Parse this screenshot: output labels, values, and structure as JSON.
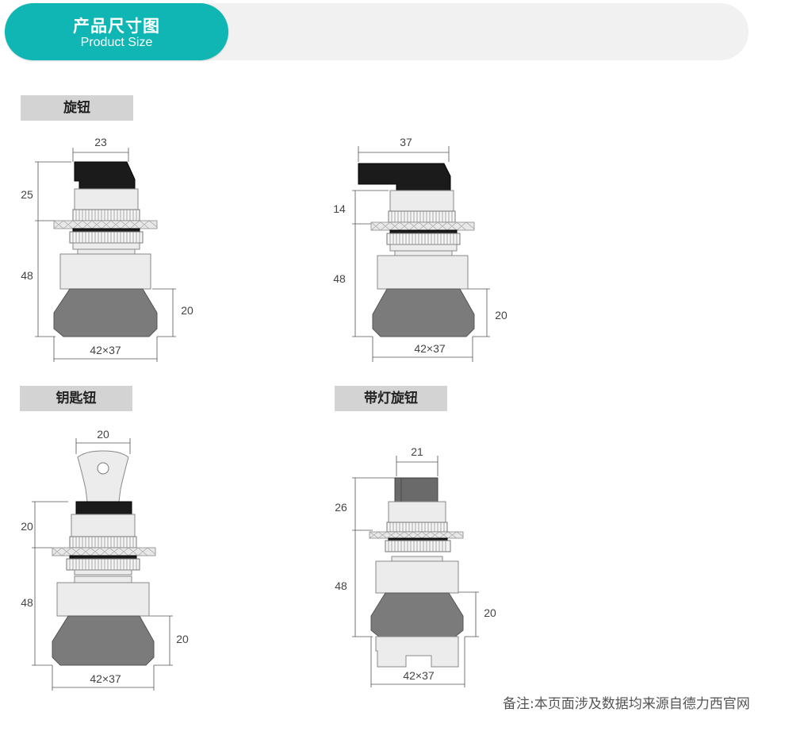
{
  "header": {
    "title_cn": "产品尺寸图",
    "title_en": "Product Size"
  },
  "sections": [
    {
      "label": "旋钮"
    },
    {
      "label": "钥匙钮"
    },
    {
      "label": "带灯旋钮"
    }
  ],
  "drawings": {
    "knob_short": {
      "top_width": "23",
      "head_height": "25",
      "body_height": "48",
      "lower_height": "20",
      "base": "42×37"
    },
    "knob_long": {
      "top_width": "37",
      "head_height": "14",
      "body_height": "48",
      "lower_height": "20",
      "base": "42×37"
    },
    "key": {
      "top_width": "20",
      "head_height": "20",
      "body_height": "48",
      "lower_height": "20",
      "base": "42×37"
    },
    "lit_knob": {
      "top_width": "21",
      "head_height": "26",
      "body_height": "48",
      "lower_height": "20",
      "base": "42×37"
    }
  },
  "footer": {
    "note": "备注:本页面涉及数据均来源自德力西官网"
  }
}
